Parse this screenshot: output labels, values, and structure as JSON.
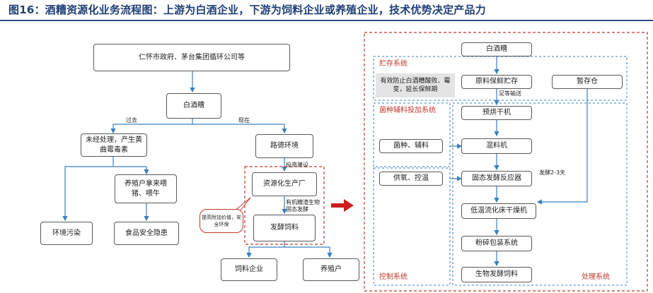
{
  "header": {
    "title": "图16：酒糟资源化业务流程图：上游为白酒企业，下游为饲料企业或养殖企业，技术优势决定产品力"
  },
  "left": {
    "gov": "仁怀市政府、茅台集团循环公司等",
    "jiuzao": "白酒糟",
    "label_past": "过去",
    "label_now": "现在",
    "untreated": "未经处理，产生黄曲霉毒素",
    "farmer": "养殖户拿来喂猪、喂牛",
    "pollution": "环境污染",
    "food_risk": "食品安全隐患",
    "lude": "路德环境",
    "invest": "投资建设",
    "plant": "资源化生产厂",
    "microbe": "有机糟渣生物固态发酵",
    "feed": "发酵饲料",
    "callout": "提高附加价值，安全环保",
    "feed_company": "饲料企业",
    "breeder": "养殖户"
  },
  "right": {
    "top": "白酒糟",
    "storage_system": "贮存系统",
    "storage_desc": "有效防止白酒糟酸败、霉变，延长保鲜期",
    "raw_storage": "原料保鲜贮存",
    "temp_store": "暂存仓",
    "to_be_dried": "足等输送",
    "bacteria_system": "菌种辅料投加系统",
    "bacteria": "菌种、辅料",
    "predry": "预烘干机",
    "mixer": "混料机",
    "oxygen": "供氧、控温",
    "reactor": "固态发酵反应器",
    "ferment_days": "发酵2-3天",
    "dryer": "低温流化床干燥机",
    "crusher": "粉碎包装系统",
    "product": "生物发酵饲料",
    "control_system": "控制系统",
    "process_system": "处理系统"
  }
}
